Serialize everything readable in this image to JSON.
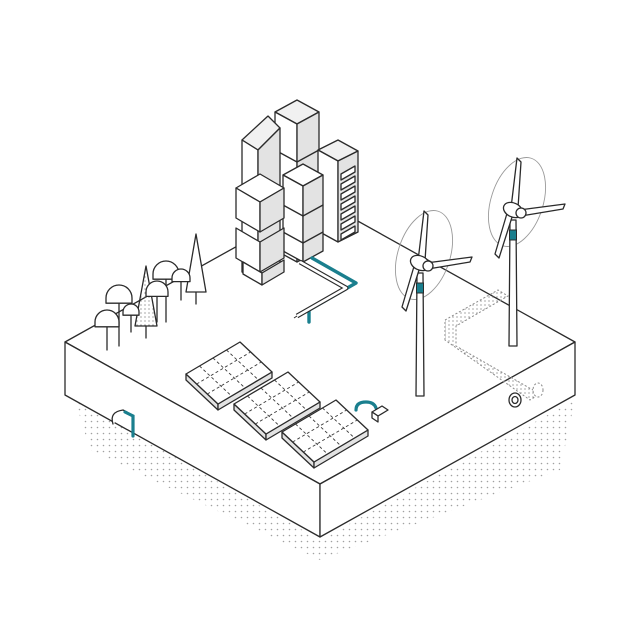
{
  "colors": {
    "accent": "#1a7f8e",
    "outline": "#2b2b2b",
    "shade_light": "#f1f1f1",
    "shade_mid": "#e3e3e3",
    "background": "#ffffff"
  },
  "scene": {
    "elements": [
      "skyscrapers",
      "trees",
      "solar-panels",
      "wind-turbines",
      "pipes",
      "underground-pipe"
    ]
  }
}
